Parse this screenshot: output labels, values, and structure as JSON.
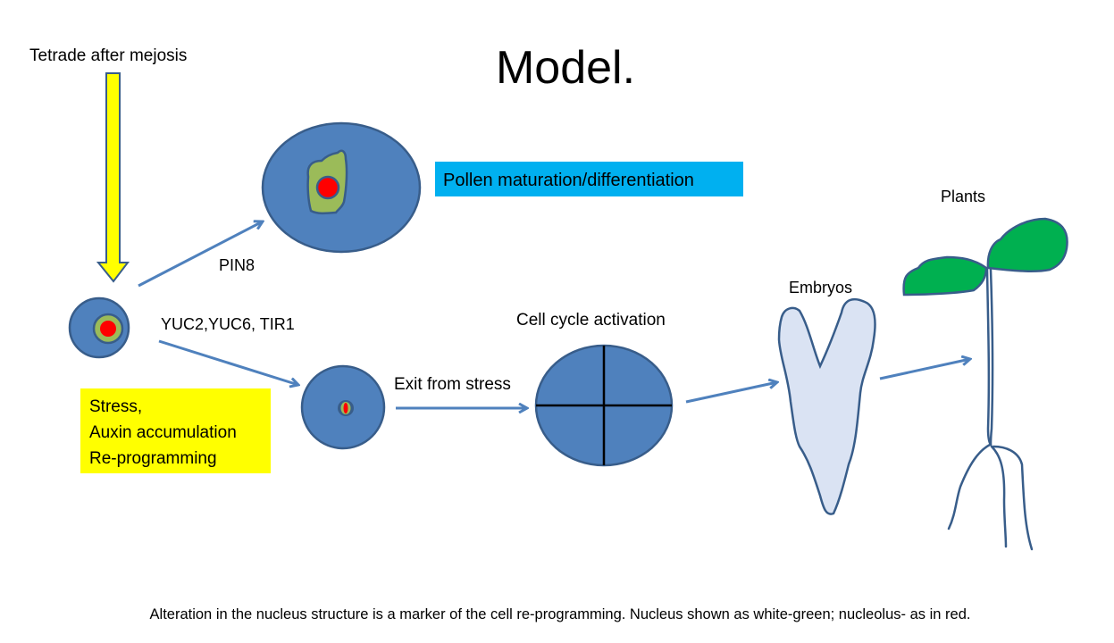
{
  "title": "Model.",
  "labels": {
    "tetrade": "Tetrade after mejosis",
    "pin8": "PIN8",
    "yuc": "YUC2,YUC6, TIR1",
    "pollen_box": "Pollen maturation/differentiation",
    "stress_lines": [
      "Stress,",
      "Auxin accumulation",
      "Re-programming"
    ],
    "exit_stress": "Exit from stress",
    "cell_cycle": "Cell cycle activation",
    "embryos": "Embryos",
    "plants": "Plants"
  },
  "footer": "Alteration in the nucleus structure is a marker of the cell re-programming. Nucleus shown as white-green; nucleolus- as in red.",
  "colors": {
    "cell": "#4f81bd",
    "outline": "#385d8a",
    "nucleus": "#9bbb59",
    "nucleolus": "#ff0000",
    "yellow": "#ffff00",
    "pollen_box": "#00b0f0",
    "embryo": "#dae3f3",
    "leaf": "#00b050"
  }
}
